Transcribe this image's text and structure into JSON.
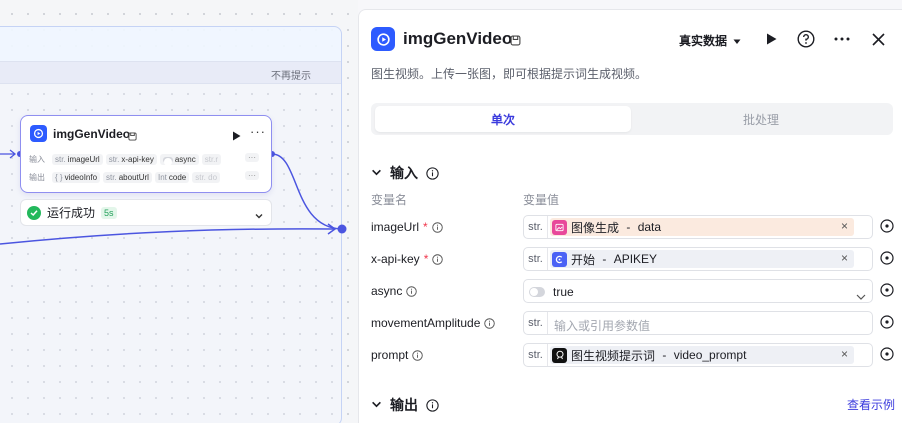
{
  "canvas": {
    "hint": {
      "dismiss_label": "不再提示"
    },
    "node": {
      "title": "imgGenVideo",
      "input_label": "输入",
      "output_label": "输出",
      "inputs": [
        {
          "type": "str.",
          "name": "imageUrl"
        },
        {
          "type": "str.",
          "name": "x-api-key"
        },
        {
          "type": "",
          "name": "async"
        },
        {
          "type": "",
          "name": "str.r"
        }
      ],
      "outputs": [
        {
          "type": "{ }",
          "name": "videoInfo"
        },
        {
          "type": "str.",
          "name": "aboutUrl"
        },
        {
          "type": "Int",
          "name": "code"
        },
        {
          "type": "",
          "name": "str. do"
        }
      ],
      "more_label": "···"
    },
    "status": {
      "text": "运行成功",
      "time": "5s"
    }
  },
  "panel": {
    "title": "imgGenVideo",
    "mode": "真实数据",
    "description": "图生视频。上传一张图，即可根据提示词生成视频。",
    "tabs": [
      {
        "label": "单次",
        "active": true
      },
      {
        "label": "批处理",
        "active": false
      }
    ],
    "input_section": {
      "title": "输入",
      "col_name": "变量名",
      "col_value": "变量值",
      "params": [
        {
          "name": "imageUrl",
          "required": "*",
          "type": "str.",
          "ref_node": "图像生成",
          "ref_sep": " - ",
          "ref_var": "data",
          "style": "orange",
          "clear": "×"
        },
        {
          "name": "x-api-key",
          "required": "*",
          "type": "str.",
          "ref_node": "开始",
          "ref_sep": " - ",
          "ref_var": "APIKEY",
          "style": "gray",
          "clear": "×"
        },
        {
          "name": "async",
          "required": "",
          "value": "true"
        },
        {
          "name": "movementAmplitude",
          "required": "",
          "type": "str.",
          "placeholder": "输入或引用参数值"
        },
        {
          "name": "prompt",
          "required": "",
          "type": "str.",
          "ref_node": "图生视频提示词",
          "ref_sep": " - ",
          "ref_var": "video_prompt",
          "style": "gray",
          "clear": "×"
        }
      ]
    },
    "output_section": {
      "title": "输出",
      "view_example": "查看示例"
    }
  },
  "colors": {
    "accent": "#3b3bdd",
    "brand_blue": "#2d5bff",
    "success": "#23b85c",
    "required": "#f0364c",
    "edge": "#4b55e0"
  },
  "icons": {
    "node_icon": "video-gen-icon",
    "save_icon": "save-icon",
    "run_icon": "play-icon",
    "help_icon": "help-icon",
    "more_icon": "more-icon",
    "close_icon": "close-icon",
    "info_icon": "info-icon",
    "target_icon": "target-icon"
  }
}
